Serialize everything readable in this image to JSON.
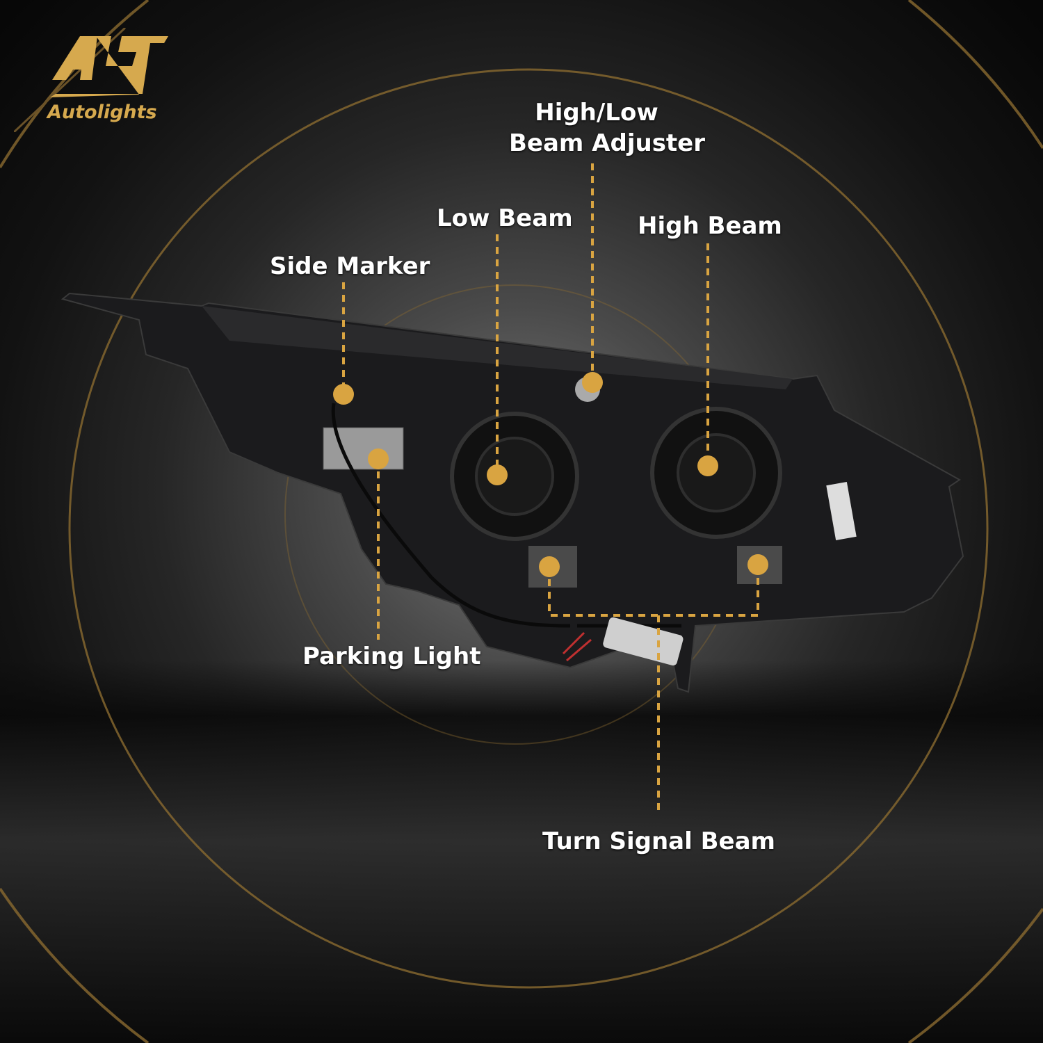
{
  "brand": {
    "logo_mark": "AL",
    "name": "Autolights"
  },
  "labels": {
    "adjuster": [
      "High/Low",
      "Beam Adjuster"
    ],
    "low_beam": "Low Beam",
    "high_beam": "High Beam",
    "side_marker": "Side Marker",
    "parking_light": "Parking Light",
    "turn_signal": "Turn Signal Beam"
  },
  "colors": {
    "accent": "#d9a441",
    "background": "#0b0b0b",
    "text": "#ffffff"
  }
}
